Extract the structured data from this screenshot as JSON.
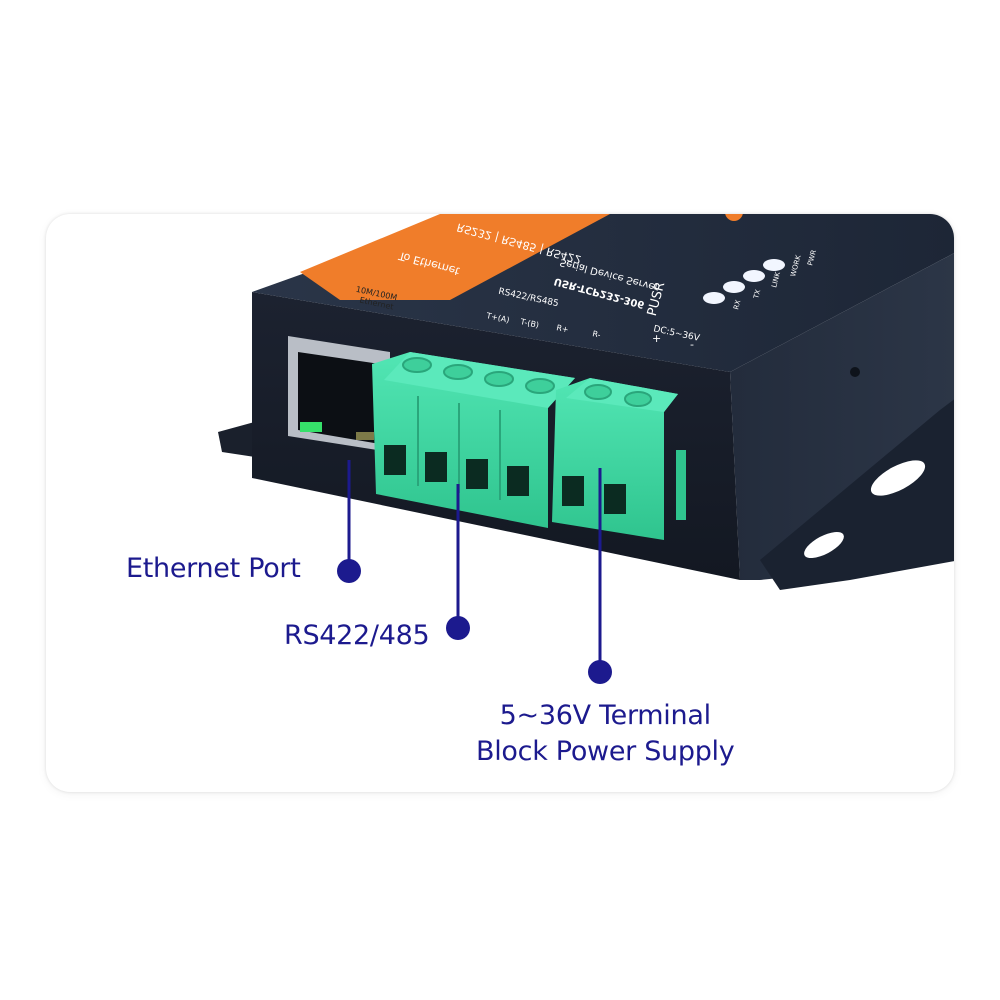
{
  "device": {
    "model": "USR-TCP232-306",
    "subtitle": "Serial Device Server",
    "brand": "PUSR",
    "banner_line1": "RS232 | RS485 | RS422",
    "banner_line2": "To Ethernet",
    "ethernet_port_label_1": "10M/100M",
    "ethernet_port_label_2": "Ethernet",
    "serial_header": "RS422/RS485",
    "pins": [
      "T+(A)",
      "T-(B)",
      "R+",
      "R-"
    ],
    "power_label": "DC:5~36V",
    "power_pins": [
      "+",
      "-"
    ],
    "led_labels": [
      "RX",
      "TX",
      "LINK",
      "WORK",
      "PWR"
    ]
  },
  "callouts": {
    "ethernet": "Ethernet Port",
    "rs485": "RS422/485",
    "power_line1": "5~36V Terminal",
    "power_line2": "Block Power Supply"
  },
  "colors": {
    "callout": "#1c1a8e",
    "device_body": "#1e2533",
    "terminal_green": "#3dd6a0",
    "banner_orange": "#f07d2a"
  }
}
